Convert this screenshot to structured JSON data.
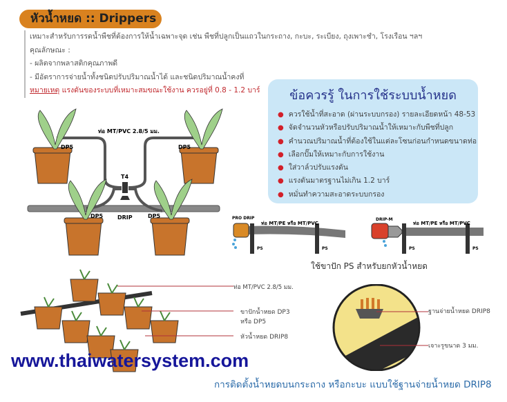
{
  "title": "หัวน้ำหยด :: Drippers",
  "intro": {
    "description": "เหมาะสำหรับการรดน้ำพืชที่ต้องการให้น้ำเฉพาะจุด เช่น พืชที่ปลูกเป็นแถวในกระถาง, กะบะ, ระเบียง, ถุงเพาะชำ, โรงเรือน ฯลฯ",
    "features_heading": "คุณลักษณะ :",
    "features": [
      "- ผลิตจากพลาสติกคุณภาพดี",
      "- มีอัตราการจ่ายน้ำทั้งชนิดปรับปริมาณน้ำได้ และชนิดปริมาณน้ำคงที่"
    ],
    "note_label": "หมายเหตุ",
    "note": " แรงดันของระบบที่เหมาะสมขณะใช้งาน ควรอยู่ที่ 0.8 - 1.2 บาร์"
  },
  "tips": {
    "heading": "ข้อควรรู้ ในการใช้ระบบน้ำหยด",
    "items": [
      "ควรใช้น้ำที่สะอาด (ผ่านระบบกรอง) รายละเอียดหน้า 48-53",
      "จัดจำนวนหัวหรือปรับปริมาณน้ำให้เหมาะกับพืชที่ปลูก",
      "คำนวณปริมาณน้ำที่ต้องใช้ในแต่ละโซนก่อนกำหนดขนาดท่อ",
      "เลือกปั๊มให้เหมาะกับการใช้งาน",
      "ใส่วาล์วปรับแรงดัน",
      "แรงดันมาตรฐานไม่เกิน 1.2 บาร์",
      "หมั่นทำความสะอาดระบบกรอง"
    ]
  },
  "pot_diagram": {
    "pipe": "ท่อ MT/PVC 2.8/5 มม.",
    "t4": "T4",
    "drip": "DRIP",
    "dp5": "DP5"
  },
  "ps_diagram": {
    "pro_drip": "PRO DRIP",
    "drip_m": "DRIP-M",
    "pipe": "ท่อ MT/PE หรือ MT/PVC",
    "ps": "PS",
    "caption": "ใช้ขาปัก PS สำหรับยกหัวน้ำหยด"
  },
  "tray_diagram": {
    "pipe": "ท่อ MT/PVC 2.8/5 มม.",
    "stake": "ขาปักน้ำหยด DP3",
    "stake2": "หรือ DP5",
    "dripper": "หัวน้ำหยด DRIP8"
  },
  "circle_diagram": {
    "base": "ฐานจ่ายน้ำหยด DRIP8",
    "hole": "เจาะรูขนาด 3 มม."
  },
  "url": "www.thaiwatersystem.com",
  "caption": "การติดตั้งน้ำหยดบนกระถาง หรือกะบะ แบบใช้ฐานจ่ายน้ำหยด DRIP8"
}
